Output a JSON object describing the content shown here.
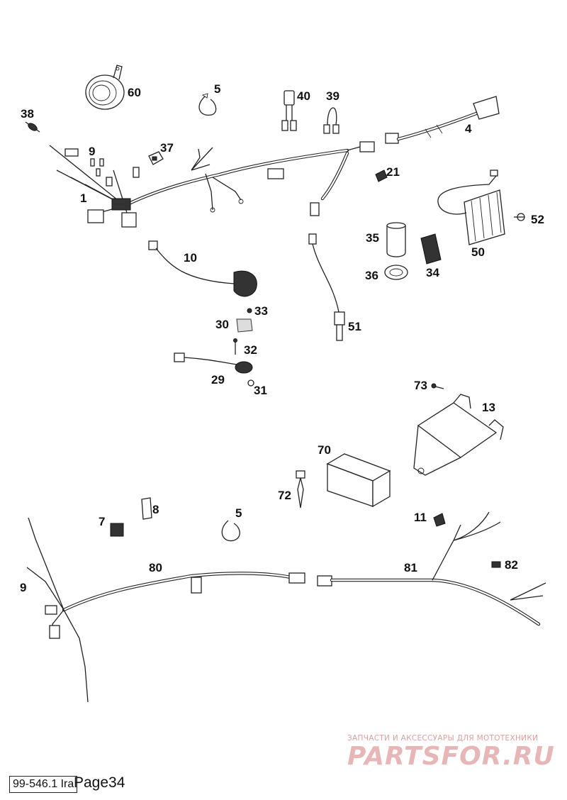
{
  "diagram": {
    "callouts": [
      {
        "id": "60",
        "text": "60"
      },
      {
        "id": "5-top",
        "text": "5"
      },
      {
        "id": "40",
        "text": "40"
      },
      {
        "id": "39",
        "text": "39"
      },
      {
        "id": "38",
        "text": "38"
      },
      {
        "id": "37",
        "text": "37"
      },
      {
        "id": "9-top",
        "text": "9"
      },
      {
        "id": "4",
        "text": "4"
      },
      {
        "id": "21",
        "text": "21"
      },
      {
        "id": "1",
        "text": "1"
      },
      {
        "id": "52",
        "text": "52"
      },
      {
        "id": "35",
        "text": "35"
      },
      {
        "id": "50",
        "text": "50"
      },
      {
        "id": "10",
        "text": "10"
      },
      {
        "id": "36",
        "text": "36"
      },
      {
        "id": "34",
        "text": "34"
      },
      {
        "id": "33",
        "text": "33"
      },
      {
        "id": "30",
        "text": "30"
      },
      {
        "id": "51",
        "text": "51"
      },
      {
        "id": "32",
        "text": "32"
      },
      {
        "id": "29",
        "text": "29"
      },
      {
        "id": "31",
        "text": "31"
      },
      {
        "id": "73",
        "text": "73"
      },
      {
        "id": "13",
        "text": "13"
      },
      {
        "id": "70",
        "text": "70"
      },
      {
        "id": "72",
        "text": "72"
      },
      {
        "id": "8",
        "text": "8"
      },
      {
        "id": "7",
        "text": "7"
      },
      {
        "id": "5-bottom",
        "text": "5"
      },
      {
        "id": "11",
        "text": "11"
      },
      {
        "id": "80",
        "text": "80"
      },
      {
        "id": "81",
        "text": "81"
      },
      {
        "id": "82",
        "text": "82"
      },
      {
        "id": "9-bottom",
        "text": "9"
      }
    ]
  },
  "watermark": {
    "tagline": "ЗАПЧАСТИ И АКСЕССУАРЫ ДЛЯ МОТОТЕХНИКИ",
    "brand": "PARTSFOR.RU"
  },
  "footer": {
    "code": "99-546.1 Ira",
    "page": "Page34"
  }
}
